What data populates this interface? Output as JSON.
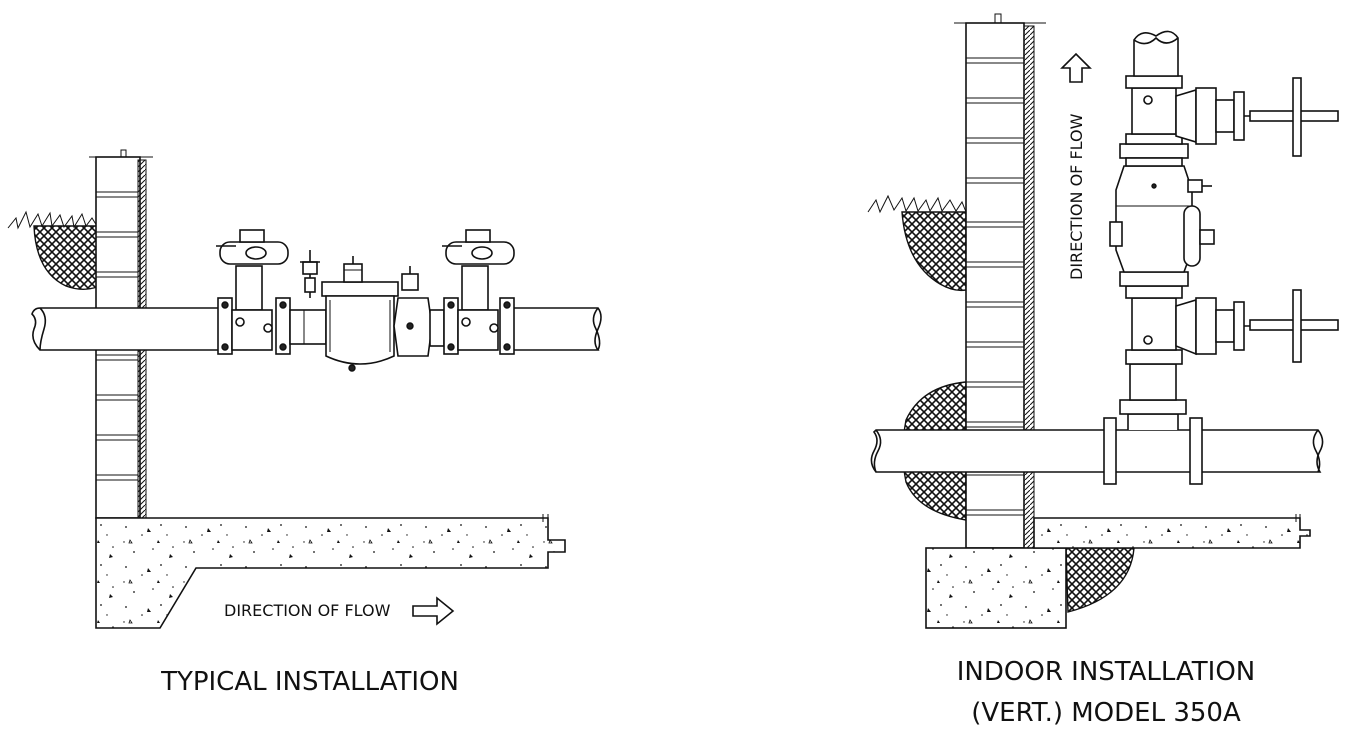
{
  "left_panel": {
    "caption": "TYPICAL INSTALLATION",
    "flow_label": "DIRECTION OF FLOW"
  },
  "right_panel": {
    "caption_line1": "INDOOR INSTALLATION",
    "caption_line2": "(VERT.) MODEL 350A",
    "flow_label": "DIRECTION OF FLOW"
  }
}
